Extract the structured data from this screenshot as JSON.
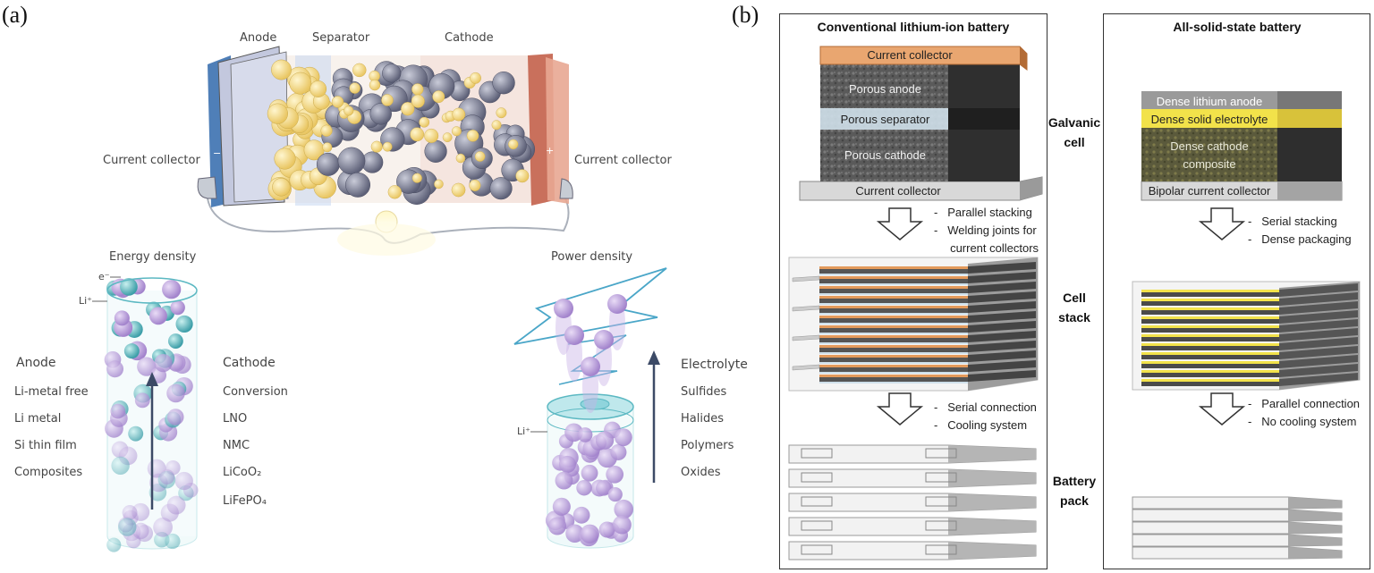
{
  "panel_a": {
    "letter": "(a)",
    "cell": {
      "anode": "Anode",
      "separator": "Separator",
      "cathode": "Cathode",
      "current_collector_left": "Current collector",
      "current_collector_right": "Current collector",
      "minus": "−",
      "plus": "+"
    },
    "energy": {
      "title": "Energy density",
      "electron": "e⁻",
      "li_ion": "Li⁺",
      "anode_title": "Anode",
      "anode_items": [
        "Li-metal free",
        "Li metal",
        "Si thin film",
        "Composites"
      ],
      "cathode_title": "Cathode",
      "cathode_items": [
        "Conversion",
        "LNO",
        "NMC",
        "LiCoO₂",
        "LiFePO₄"
      ]
    },
    "power": {
      "title": "Power density",
      "li_ion": "Li⁺",
      "electrolyte_title": "Electrolyte",
      "electrolyte_items": [
        "Sulfides",
        "Halides",
        "Polymers",
        "Oxides"
      ]
    }
  },
  "panel_b": {
    "letter": "(b)",
    "conventional": {
      "title": "Conventional lithium-ion battery",
      "top_collector": "Current collector",
      "anode": "Porous anode",
      "separator": "Porous separator",
      "cathode": "Porous cathode",
      "bottom_collector": "Current collector",
      "step1": [
        "Parallel stacking",
        "Welding joints for",
        "current collectors"
      ],
      "step2": [
        "Serial connection",
        "Cooling system"
      ]
    },
    "solid": {
      "title": "All-solid-state battery",
      "anode": "Dense lithium anode",
      "electrolyte": "Dense solid electrolyte",
      "cathode_line1": "Dense cathode",
      "cathode_line2": "composite",
      "collector": "Bipolar current collector",
      "step1": [
        "Serial stacking",
        "Dense packaging"
      ],
      "step2": [
        "Parallel connection",
        "No cooling system"
      ]
    },
    "rows": {
      "galvanic": [
        "Galvanic",
        "cell"
      ],
      "stack": [
        "Cell",
        "stack"
      ],
      "pack": [
        "Battery",
        "pack"
      ]
    },
    "dash": "-"
  },
  "colors": {
    "anode_particle": "#f3d98a",
    "cathode_particle": "#8f93a8",
    "li_particle": "#b89fd8",
    "teal": "#5bb8c2",
    "copper": "#d98a4a",
    "yellow": "#f2e24a",
    "dark_layer": "#3a3a3a"
  }
}
